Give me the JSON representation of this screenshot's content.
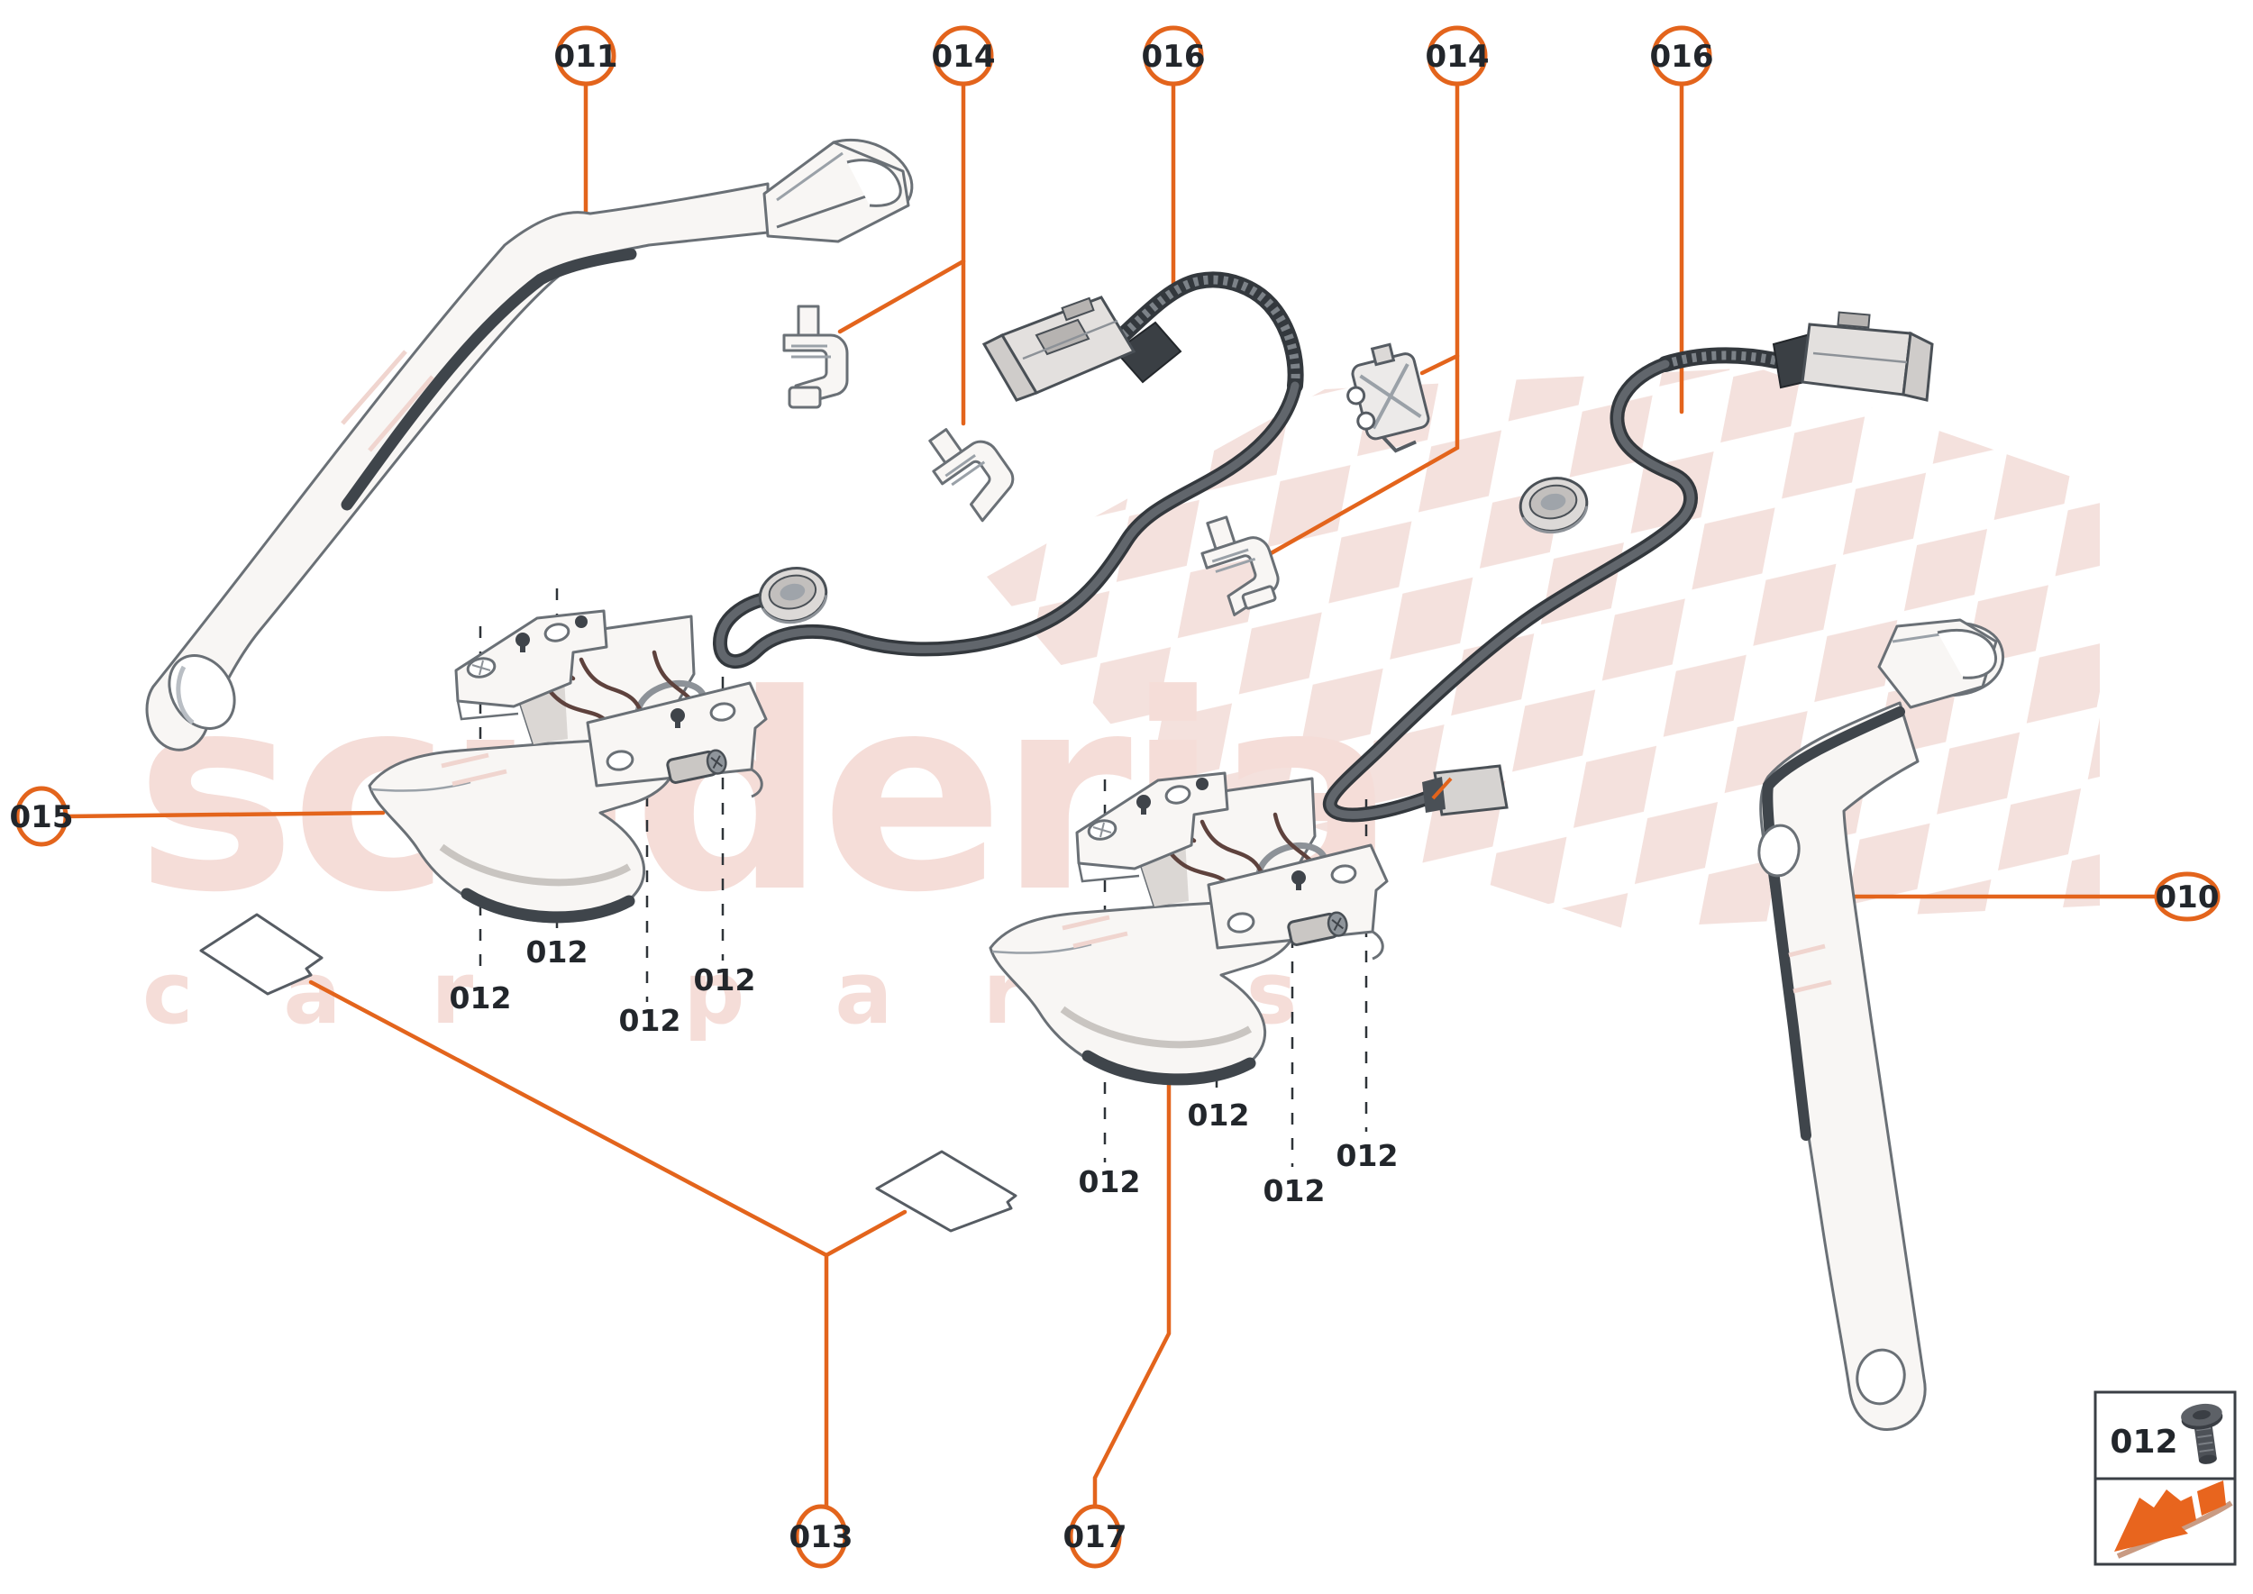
{
  "diagram_title": "rear tailgate lock / wiring harness parts diagram",
  "watermark": {
    "brand": "scuderia",
    "tagline": "car parts"
  },
  "colors": {
    "accent_orange": "#e3641c",
    "watermark_pink": "#f5ddd8",
    "checker_pink": "#f4e1dd",
    "dash_gray": "#2e3338",
    "part_outline": "#6a7076",
    "part_dark_edge": "#3f454b"
  },
  "callouts": [
    {
      "id": "c011",
      "label": "011"
    },
    {
      "id": "c014a",
      "label": "014"
    },
    {
      "id": "c016a",
      "label": "016"
    },
    {
      "id": "c014b",
      "label": "014"
    },
    {
      "id": "c016b",
      "label": "016"
    },
    {
      "id": "c015",
      "label": "015"
    },
    {
      "id": "c010",
      "label": "010"
    },
    {
      "id": "c013",
      "label": "013"
    },
    {
      "id": "c017",
      "label": "017"
    }
  ],
  "fastener_labels": [
    "012",
    "012",
    "012",
    "012",
    "012",
    "012",
    "012",
    "012"
  ],
  "legend": {
    "part_number": "012",
    "screw_icon": "torx-screw-icon",
    "arrow_icon": "install-direction-arrow-icon"
  },
  "parts": [
    {
      "name": "strap-bracket-left",
      "callout": "011"
    },
    {
      "name": "cable-clip-a",
      "callout": "014"
    },
    {
      "name": "cable-clip-b",
      "callout": "014"
    },
    {
      "name": "cable-clip-c",
      "callout": "014"
    },
    {
      "name": "cable-clip-d",
      "callout": "014"
    },
    {
      "name": "wiring-harness-left",
      "callout": "016"
    },
    {
      "name": "wiring-harness-right",
      "callout": "016"
    },
    {
      "name": "latch-assembly-left",
      "callout": "015"
    },
    {
      "name": "latch-assembly-right",
      "callout": "017"
    },
    {
      "name": "strap-bracket-right",
      "callout": "010"
    },
    {
      "name": "adhesive-pads",
      "callout": "013"
    },
    {
      "name": "screw",
      "callout": "012"
    }
  ]
}
